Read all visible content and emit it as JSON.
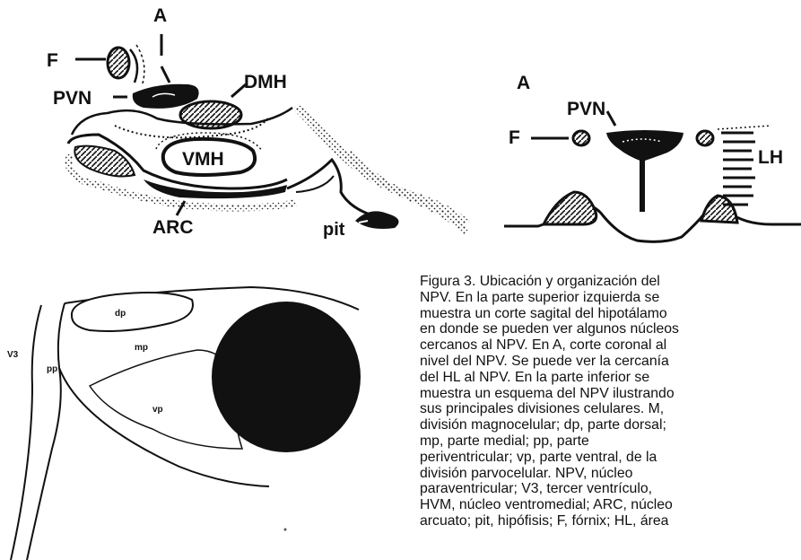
{
  "sagittal": {
    "label_a": "A",
    "label_f": "F",
    "label_pvn": "PVN",
    "label_dmh": "DMH",
    "label_vmh": "VMH",
    "label_arc": "ARC",
    "label_pit": "pit"
  },
  "coronal": {
    "label_a": "A",
    "label_pvn": "PVN",
    "label_f": "F",
    "label_lh": "LH"
  },
  "schema": {
    "label_v3": "V3",
    "label_pp": "pp",
    "label_dp": "dp",
    "label_mp": "mp",
    "label_vp": "vp"
  },
  "caption": {
    "lines": [
      "Figura 3. Ubicación y organización del",
      "NPV. En la parte superior izquierda se",
      "muestra un corte sagital del hipotálamo",
      "en donde se pueden ver algunos núcleos",
      "cercanos al NPV. En A, corte coronal al",
      "nivel del NPV. Se puede ver la cercanía",
      "del HL al  NPV. En la parte inferior se",
      "muestra un esquema del NPV ilustrando",
      "sus  principales divisiones celulares. M,",
      "división magnocelular; dp, parte dorsal;",
      "mp,    parte    medial;    pp,    parte",
      "periventricular; vp, parte ventral, de la",
      "división  parvocelular.  NPV,  núcleo",
      "paraventricular; V3, tercer ventrículo,",
      "HVM, núcleo ventromedial; ARC, núcleo",
      "arcuato; pit, hipófisis; F, fórnix; HL, área"
    ]
  }
}
